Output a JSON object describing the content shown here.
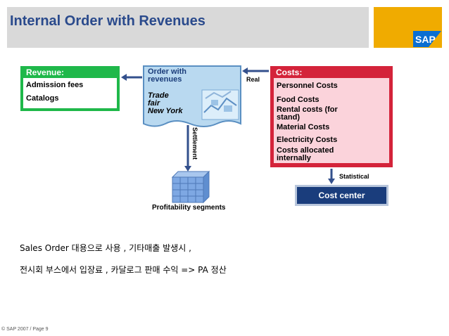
{
  "header": {
    "title": "Internal Order with Revenues"
  },
  "logo": {
    "text": "SAP"
  },
  "revenue": {
    "title": "Revenue:",
    "items": [
      "Admission fees",
      "Catalogs"
    ]
  },
  "order": {
    "title_line1": "Order with",
    "title_line2": "revenues",
    "event_line1": "Trade",
    "event_line2": "fair",
    "event_line3": "New York"
  },
  "costs": {
    "title": "Costs:",
    "items": [
      "Personnel Costs",
      "Food Costs",
      "Rental costs (for",
      "stand)",
      "Material Costs",
      "Electricity Costs",
      "Costs allocated",
      "internally"
    ]
  },
  "arrows": {
    "real": "Real",
    "settlement": "Settlement",
    "statistical": "Statistical"
  },
  "cost_center": {
    "label": "Cost center"
  },
  "profitability": {
    "label": "Profitability segments"
  },
  "notes": {
    "line1": "Sales Order  대용으로 사용 ,  기타매출 발생시 ,",
    "line2": "전시회 부스에서 입장료 ,  카달로그 판매 수익  => PA  정산"
  },
  "footer": {
    "copyright": "© SAP 2007 / Page 9"
  },
  "colors": {
    "title": "#2a4a8c",
    "revenue": "#1fb84a",
    "costs": "#d4233a",
    "cost_center": "#1a3d7c",
    "order_doc": "#b9d9f0",
    "logo": "#f0ab00"
  }
}
